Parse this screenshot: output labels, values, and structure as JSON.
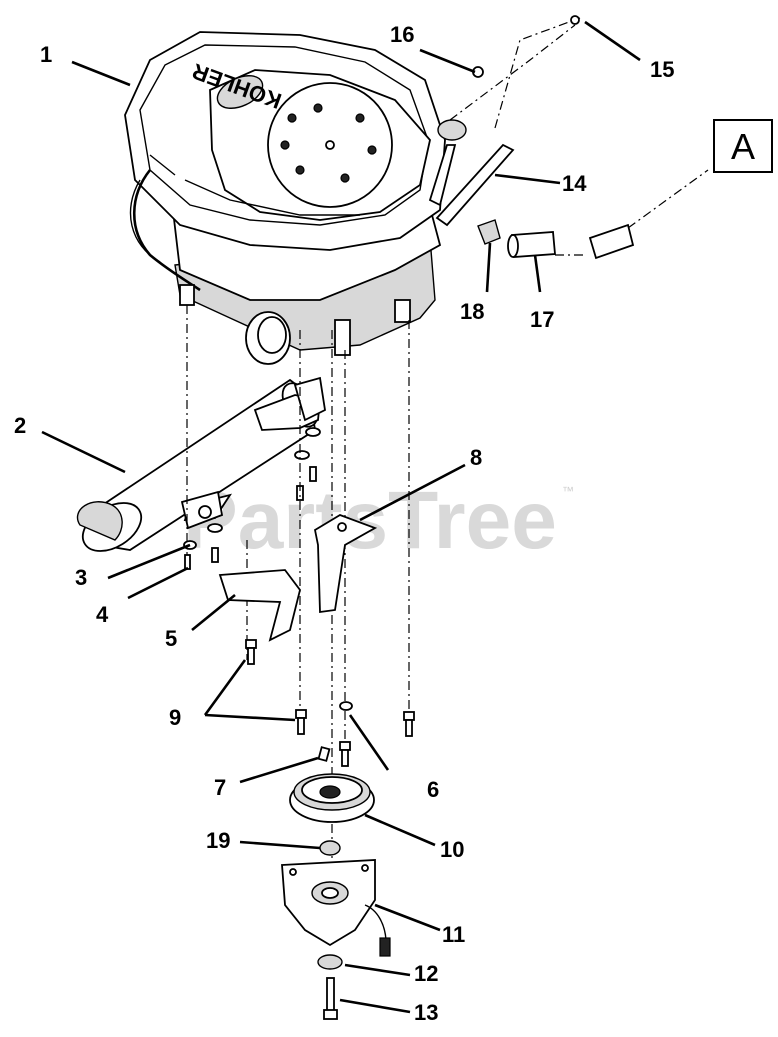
{
  "watermark": {
    "text": "PartsTree",
    "tm": "™"
  },
  "engine_brand": "KOHLER",
  "box_label": "A",
  "callouts": {
    "c1": "1",
    "c2": "2",
    "c3": "3",
    "c4": "4",
    "c5": "5",
    "c6": "6",
    "c7": "7",
    "c8": "8",
    "c9": "9",
    "c10": "10",
    "c11": "11",
    "c12": "12",
    "c13": "13",
    "c14": "14",
    "c15": "15",
    "c16": "16",
    "c17": "17",
    "c18": "18",
    "c19": "19"
  }
}
